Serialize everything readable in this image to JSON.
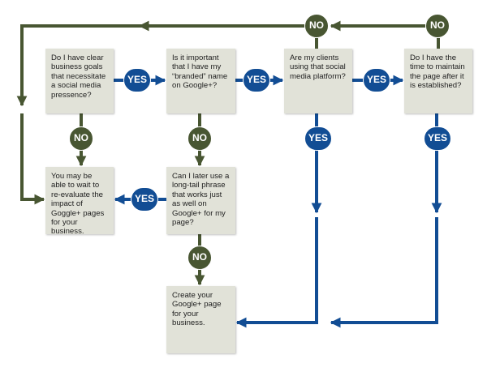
{
  "questions": {
    "goals": "Do I have clear business goals that necessitate a social media pressence?",
    "branded_name": "Is it important that I have my “branded” name on Google+?",
    "clients": "Are my clients using that social media platform?",
    "time": "Do I have the time to maintain the page after it is established?",
    "long_tail": "Can I later use a long-tail phrase that works just as well on Google+ for my page?"
  },
  "outcomes": {
    "wait": "You may be able to wait to re-evaluate the impact of Goggle+ pages for your business.",
    "create": "Create your Google+ page for your business."
  },
  "labels": {
    "yes": "YES",
    "no": "NO"
  },
  "colors": {
    "yes_path": "#124d94",
    "no_path": "#485632",
    "box_fill": "#e1e2d8"
  }
}
